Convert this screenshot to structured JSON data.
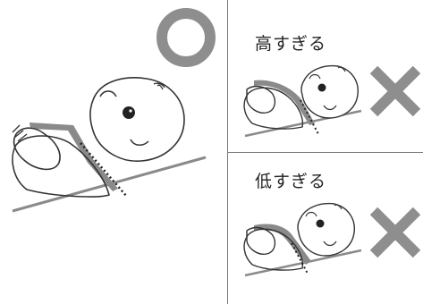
{
  "labels": {
    "too_high": "高すぎる",
    "too_low": "低すぎる"
  },
  "verdicts": {
    "correct": "circle-mark",
    "too_high": "cross-mark",
    "too_low": "cross-mark"
  },
  "colors": {
    "mark": "#8e8e8e",
    "line": "#333333",
    "pillow": "#8a8a8a",
    "divider": "#7a7a7a"
  }
}
